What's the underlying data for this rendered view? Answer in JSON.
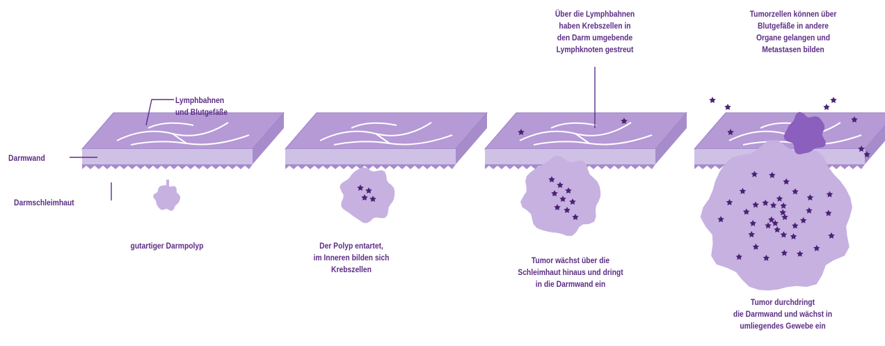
{
  "colors": {
    "text": "#5c2d85",
    "slab_top": "#b59ad6",
    "slab_side": "#cfc0e6",
    "mucosa": "#a78ccb",
    "tumor": "#c6b1e1",
    "cancer_cell": "#4a2173",
    "vessels": "#ffffff"
  },
  "labels": {
    "lymph_vessels": [
      "Lymphbahnen",
      "und Blutgefäße"
    ],
    "intestinal_wall": "Darmwand",
    "mucosa": "Darmschleimhaut",
    "stage_1": [
      "gutartiger Darmpolyp"
    ],
    "stage_2": [
      "Der Polyp entartet,",
      "im Inneren bilden sich",
      "Krebszellen"
    ],
    "stage_3": [
      "Tumor wächst über die",
      "Schleimhaut hinaus und dringt",
      "in die Darmwand ein"
    ],
    "stage_3_top": [
      "Über die Lymphbahnen",
      "haben Krebszellen in",
      "den Darm umgebende",
      "Lymphknoten gestreut"
    ],
    "stage_4_top": [
      "Tumorzellen können über",
      "Blutgefäße in andere",
      "Organe gelangen und",
      "Metastasen bilden"
    ],
    "stage_4": [
      "Tumor durchdringt",
      "die Darmwand und wächst in",
      "umliegendes Gewebe ein"
    ]
  }
}
